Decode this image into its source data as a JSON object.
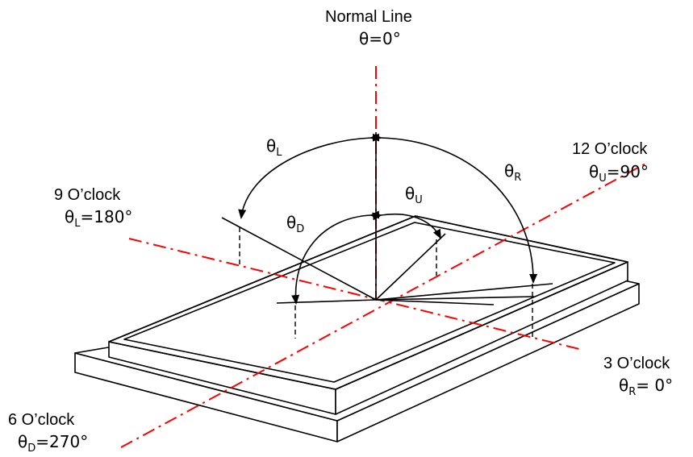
{
  "labels": {
    "normal_line": {
      "title": "Normal Line",
      "angle_sym": "θ",
      "angle_val": "=0°"
    },
    "twelve_oclock": {
      "title": "12 O’clock",
      "angle_sym": "θ",
      "angle_sub": "U",
      "angle_val": "=90°"
    },
    "nine_oclock": {
      "title": "9 O’clock",
      "angle_sym": "θ",
      "angle_sub": "L",
      "angle_val": "=180°"
    },
    "three_oclock": {
      "title": "3 O’clock",
      "angle_sym": "θ",
      "angle_sub": "R",
      "angle_val": "= 0°"
    },
    "six_oclock": {
      "title": "6 O’clock",
      "angle_sym": "θ",
      "angle_sub": "D",
      "angle_val": "=270°"
    }
  },
  "arc_labels": {
    "theta_l": {
      "sym": "θ",
      "sub": "L"
    },
    "theta_r": {
      "sym": "θ",
      "sub": "R"
    },
    "theta_u": {
      "sym": "θ",
      "sub": "U"
    },
    "theta_d": {
      "sym": "θ",
      "sub": "D"
    }
  },
  "colors": {
    "axis": "#ff0000",
    "stroke": "#000000",
    "background": "#ffffff"
  }
}
